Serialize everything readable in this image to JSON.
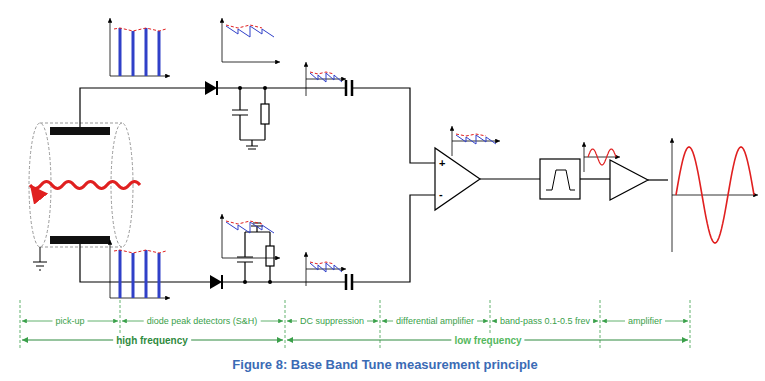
{
  "diagram": {
    "caption": "Figure 8: Base Band Tune measurement principle",
    "nodes": [
      {
        "text": [
          "+",
          "-"
        ]
      }
    ],
    "labels": [
      "pick-up",
      "diode peak detectors (S&H)",
      "DC suppression",
      "differential amplifier",
      "band-pass 0.1-0.5 frev",
      "amplifier",
      "high frequency",
      "low frequency"
    ]
  }
}
